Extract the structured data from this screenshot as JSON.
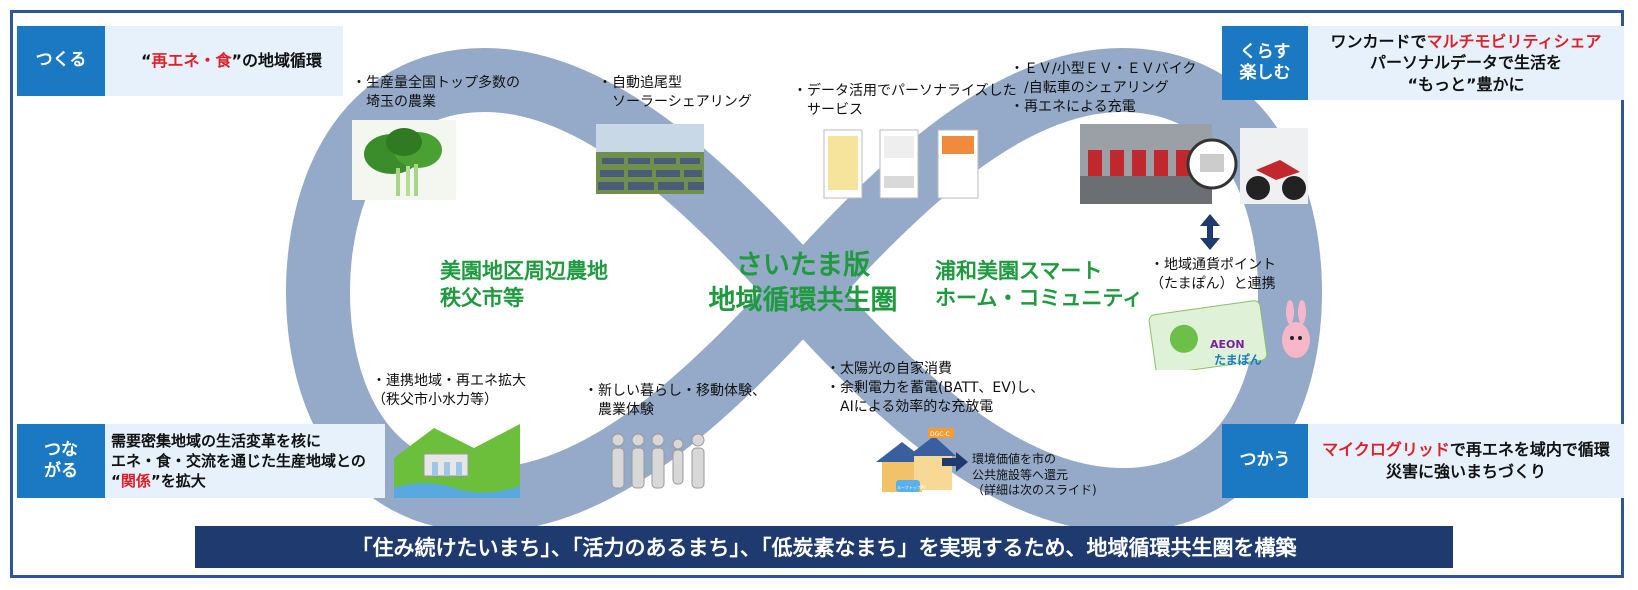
{
  "tags": {
    "tsukuru": "つくる",
    "kurasu": [
      "くらす",
      "楽しむ"
    ],
    "tsunagaru": [
      "つな",
      "がる"
    ],
    "tsukau": "つかう"
  },
  "desc_tsukuru": {
    "q1": "“",
    "red": "再エネ・食",
    "rest": "”の地域循環"
  },
  "desc_kurasu": {
    "pre": "ワンカードで",
    "red": "マルチモビリティシェア",
    "line2": "パーソナルデータで生活を",
    "line3": "“もっと”豊かに"
  },
  "desc_tsunagaru": {
    "line1": "需要密集地域の生活変革を核に",
    "line2": "エネ・食・交流を通じた生産地域との",
    "q1": "“",
    "red": "関係",
    "rest": "”を拡大"
  },
  "desc_tsukau": {
    "red": "マイクログリッド",
    "post": "で再エネを域内で循環",
    "line2": "災害に強いまちづくり"
  },
  "center": {
    "line1": "さいたま版",
    "line2": "地域循環共生圏"
  },
  "left_loop": {
    "line1": "美園地区周辺農地",
    "line2": "秩父市等"
  },
  "right_loop": {
    "line1": "浦和美園スマート",
    "line2": "ホーム・コミュニティ"
  },
  "captions": {
    "agri": [
      "・生産量全国トップ多数の",
      "　埼玉の農業"
    ],
    "solar": [
      "・自動追尾型",
      "　ソーラーシェアリング"
    ],
    "data": [
      "・データ活用でパーソナライズした",
      "　サービス"
    ],
    "ev": [
      "・ＥＶ/小型ＥＶ・ＥＶバイク",
      "　/自転車のシェアリング",
      "・再エネによる充電"
    ],
    "points": [
      "・地域通貨ポイント",
      "（たまぽん）と連携"
    ],
    "renewal": [
      "・連携地域・再エネ拡大",
      "（秩父市小水力等）"
    ],
    "living": [
      "・新しい暮らし・移動体験、",
      "　農業体験"
    ],
    "selfsolar": [
      "・太陽光の自家消費",
      "・余剰電力を蓄電(BATT、EV)し、",
      "　AIによる効率的な充放電"
    ],
    "env": [
      "環境価値を市の",
      "公共施設等へ還元",
      "（詳細は次のスライド)"
    ]
  },
  "logo_tamapon": "たまぽん",
  "logo_aeon": "AEON",
  "badge_dgc": "DGC-C",
  "badge_pv": "ルーフトップPV",
  "bottom": "「住み続けたいまち」、「活力のあるまち」、「低炭素なまち」を実現するため、地域循環共生圏を構築",
  "colors": {
    "loop": "#94aac8",
    "tag": "#1b78c2",
    "desc_bg": "#e6f1fb",
    "green_text": "#1f9a3f",
    "accent_red": "#e0202a",
    "bar": "#1f3a6e"
  }
}
